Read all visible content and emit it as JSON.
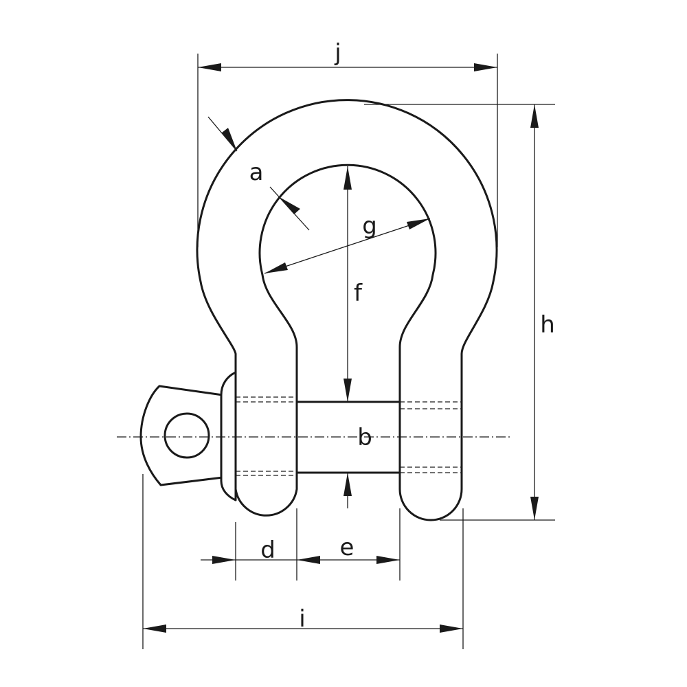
{
  "title": "Bow shackle dimension diagram",
  "colors": {
    "line": "#1a1a1a",
    "background": "#ffffff"
  },
  "dimensions": {
    "a": "a",
    "b": "b",
    "d": "d",
    "e": "e",
    "f": "f",
    "g": "g",
    "h": "h",
    "i": "i",
    "j": "j"
  }
}
